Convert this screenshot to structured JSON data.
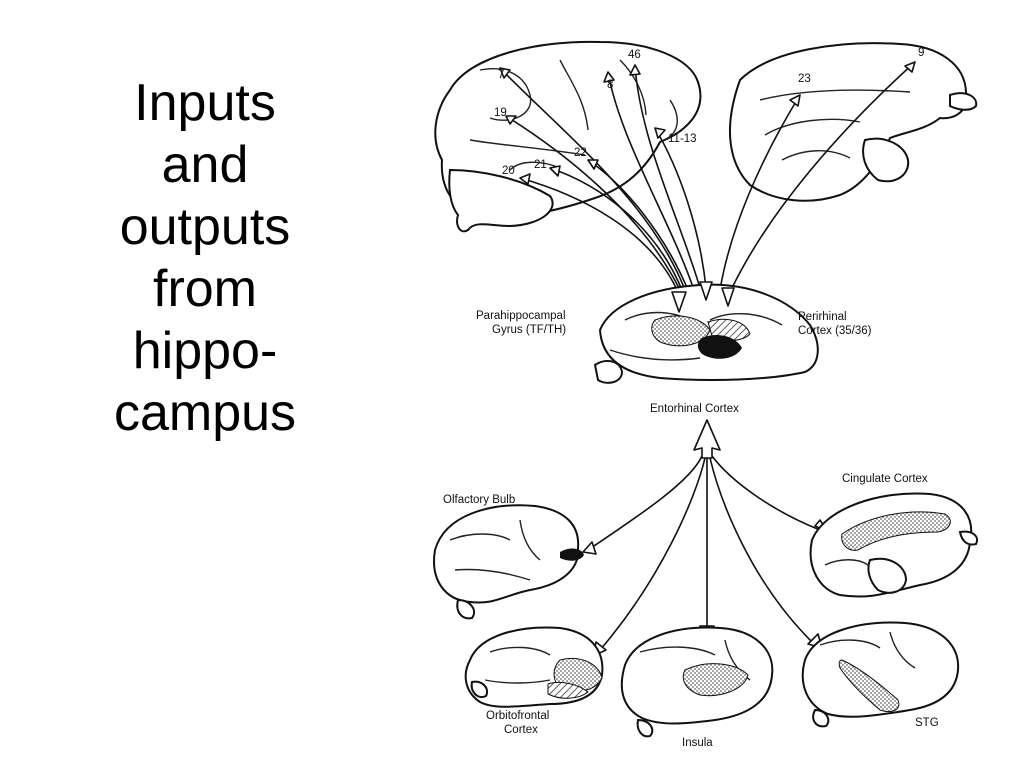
{
  "slide": {
    "title_lines": [
      "Inputs",
      "and",
      "outputs",
      "from",
      "hippo-",
      "campus"
    ]
  },
  "figure": {
    "area_numbers": [
      "7",
      "46",
      "8",
      "19",
      "11-13",
      "22",
      "21",
      "20",
      "23",
      "9"
    ],
    "labels": {
      "parahippocampal": [
        "Parahippocampal",
        "Gyrus (TF/TH)"
      ],
      "perirhinal": [
        "Perirhinal",
        "Cortex (35/36)"
      ],
      "entorhinal": "Entorhinal Cortex",
      "olfactory": "Olfactory Bulb",
      "cingulate": "Cingulate Cortex",
      "orbitofrontal": [
        "Orbitofrontal",
        "Cortex"
      ],
      "insula": "Insula",
      "stg": "STG"
    }
  },
  "colors": {
    "ink": "#111111",
    "background": "#ffffff",
    "stipple": "#bdbdbd",
    "hatch": "#555555"
  }
}
